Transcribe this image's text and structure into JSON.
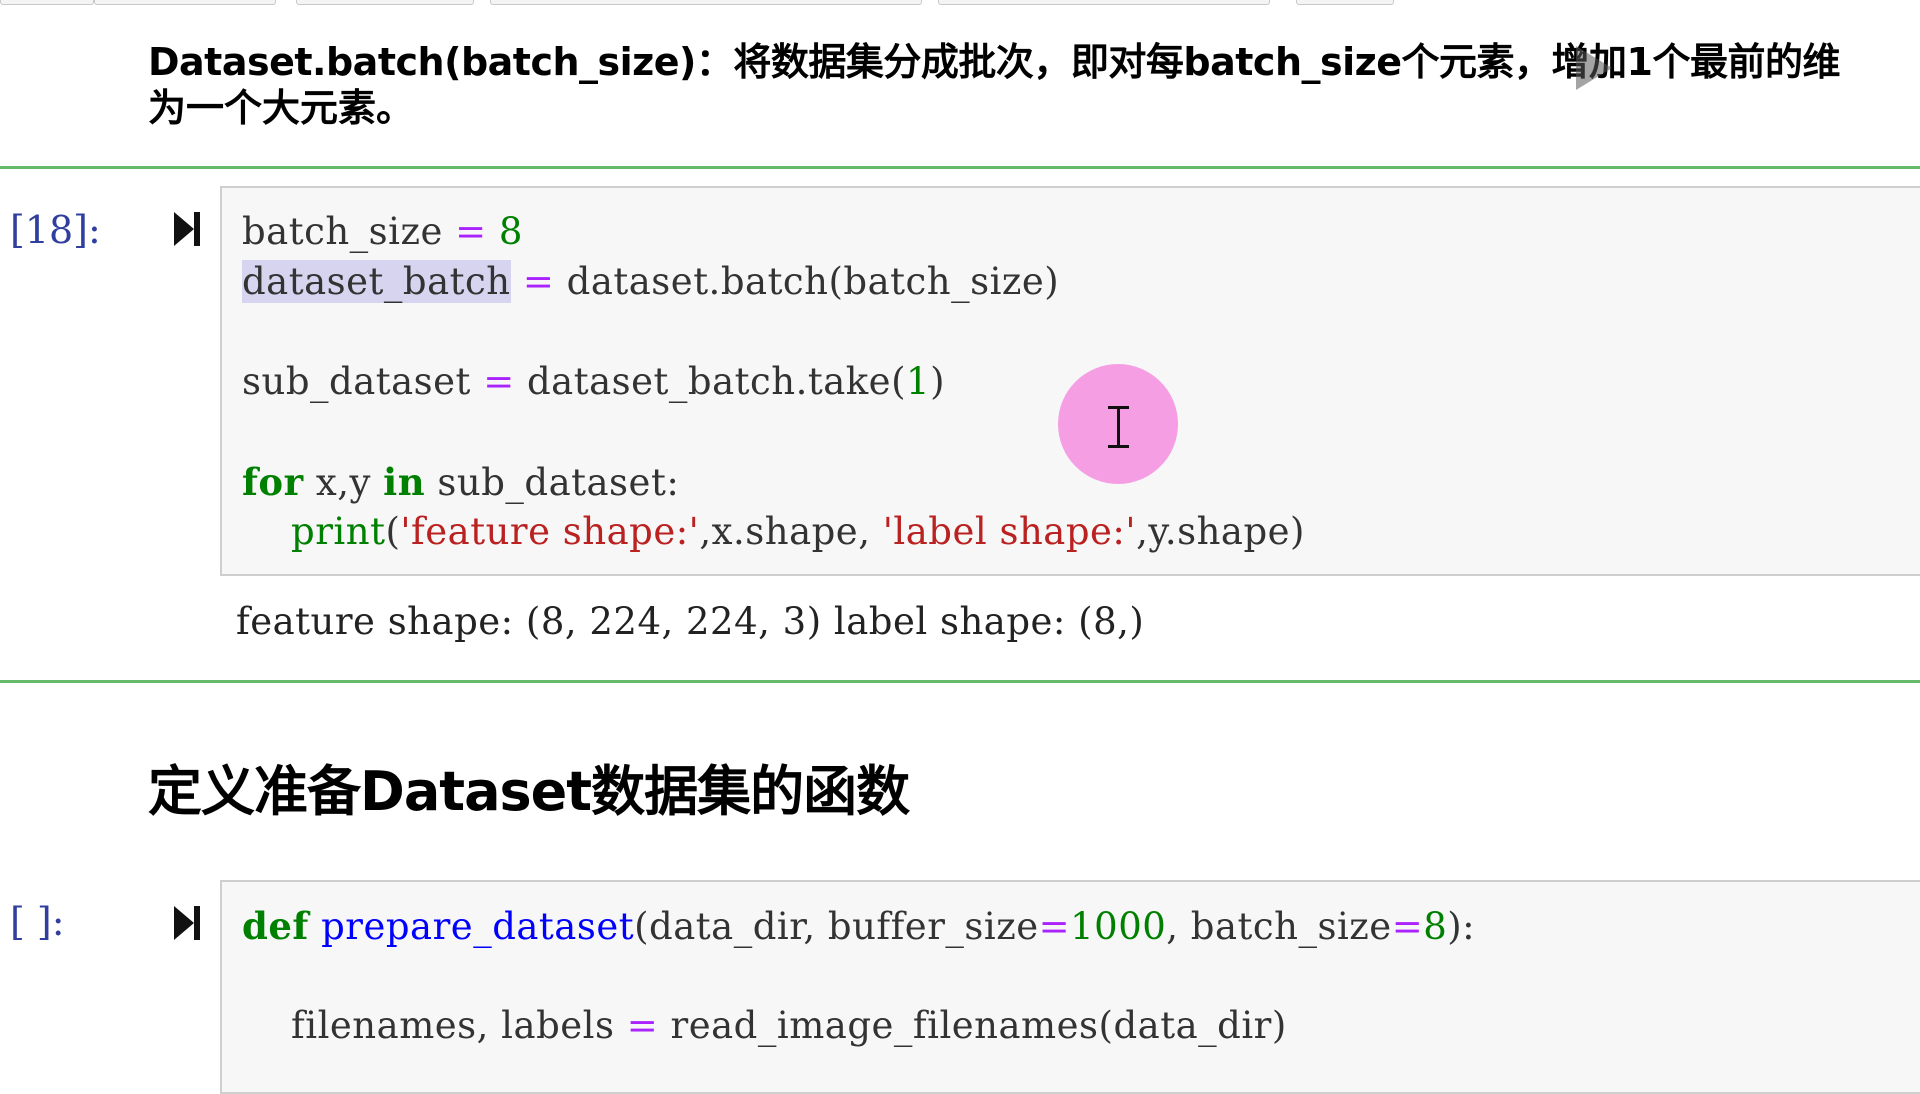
{
  "colors": {
    "cell_border": "#66bb6a",
    "prompt": "#303f9f",
    "keyword": "#008000",
    "operator": "#aa22ff",
    "string": "#ba2121",
    "function_name": "#0000ff",
    "selection": "#d7d4f0",
    "cursor_halo": "#f480dc"
  },
  "markdown1": {
    "line1": "Dataset.batch(batch_size)：将数据集分成批次，即对每batch_size个元素，增加1个最前的维",
    "line2": "为一个大元素。"
  },
  "cell1": {
    "prompt": "[18]:",
    "run_icon": "run-cell-icon",
    "code": {
      "l1_a": "batch_size ",
      "l1_op": "=",
      "l1_num": "8",
      "l2_var": "dataset_batch",
      "l2_op": "=",
      "l2_rest": " dataset.batch(batch_size)",
      "l3_a": "sub_dataset ",
      "l3_op": "=",
      "l3_b": " dataset_batch.take(",
      "l3_num": "1",
      "l3_c": ")",
      "l4_for": "for",
      "l4_a": " x,y ",
      "l4_in": "in",
      "l4_b": " sub_dataset:",
      "l5_indent": "    ",
      "l5_print": "print",
      "l5_a": "(",
      "l5_s1": "'feature shape:'",
      "l5_b": ",x.shape, ",
      "l5_s2": "'label shape:'",
      "l5_c": ",y.shape)"
    },
    "output": "feature shape: (8, 224, 224, 3) label shape: (8,)"
  },
  "markdown2": {
    "heading": "定义准备Dataset数据集的函数"
  },
  "cell2": {
    "prompt": "[ ]:",
    "run_icon": "run-cell-icon",
    "code": {
      "l1_def": "def",
      "l1_fn": "prepare_dataset",
      "l1_a": "(data_dir, buffer_size",
      "l1_op1": "=",
      "l1_n1": "1000",
      "l1_b": ", batch_size",
      "l1_op2": "=",
      "l1_n2": "8",
      "l1_c": "):",
      "l2_a": "    filenames, labels ",
      "l2_op": "=",
      "l2_b": " read_image_filenames(data_dir)"
    }
  }
}
